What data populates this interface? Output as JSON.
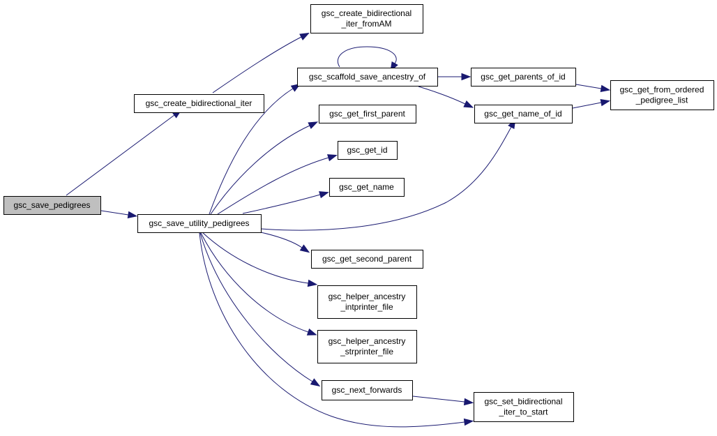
{
  "diagram": {
    "type": "call-graph",
    "edge_color": "#191970",
    "root_fill": "#bfbfbf",
    "node_fill": "#ffffff",
    "nodes": [
      {
        "id": "save_pedigrees",
        "lines": [
          "gsc_save_pedigrees"
        ],
        "root": true
      },
      {
        "id": "create_bidir_iter",
        "lines": [
          "gsc_create_bidirectional_iter"
        ]
      },
      {
        "id": "create_bidir_iter_fromAM",
        "lines": [
          "gsc_create_bidirectional",
          "_iter_fromAM"
        ]
      },
      {
        "id": "save_utility_pedigrees",
        "lines": [
          "gsc_save_utility_pedigrees"
        ]
      },
      {
        "id": "scaffold_save_ancestry_of",
        "lines": [
          "gsc_scaffold_save_ancestry_of"
        ]
      },
      {
        "id": "get_first_parent",
        "lines": [
          "gsc_get_first_parent"
        ]
      },
      {
        "id": "get_id",
        "lines": [
          "gsc_get_id"
        ]
      },
      {
        "id": "get_name",
        "lines": [
          "gsc_get_name"
        ]
      },
      {
        "id": "get_second_parent",
        "lines": [
          "gsc_get_second_parent"
        ]
      },
      {
        "id": "helper_ancestry_intprinter_file",
        "lines": [
          "gsc_helper_ancestry",
          "_intprinter_file"
        ]
      },
      {
        "id": "helper_ancestry_strprinter_file",
        "lines": [
          "gsc_helper_ancestry",
          "_strprinter_file"
        ]
      },
      {
        "id": "next_forwards",
        "lines": [
          "gsc_next_forwards"
        ]
      },
      {
        "id": "get_parents_of_id",
        "lines": [
          "gsc_get_parents_of_id"
        ]
      },
      {
        "id": "get_name_of_id",
        "lines": [
          "gsc_get_name_of_id"
        ]
      },
      {
        "id": "set_bidir_iter_to_start",
        "lines": [
          "gsc_set_bidirectional",
          "_iter_to_start"
        ]
      },
      {
        "id": "get_from_ordered_pedigree_list",
        "lines": [
          "gsc_get_from_ordered",
          "_pedigree_list"
        ]
      }
    ],
    "edges": [
      {
        "from": "save_pedigrees",
        "to": "create_bidir_iter"
      },
      {
        "from": "save_pedigrees",
        "to": "save_utility_pedigrees"
      },
      {
        "from": "create_bidir_iter",
        "to": "create_bidir_iter_fromAM"
      },
      {
        "from": "save_utility_pedigrees",
        "to": "scaffold_save_ancestry_of"
      },
      {
        "from": "save_utility_pedigrees",
        "to": "get_first_parent"
      },
      {
        "from": "save_utility_pedigrees",
        "to": "get_id"
      },
      {
        "from": "save_utility_pedigrees",
        "to": "get_name"
      },
      {
        "from": "save_utility_pedigrees",
        "to": "get_name_of_id"
      },
      {
        "from": "save_utility_pedigrees",
        "to": "get_second_parent"
      },
      {
        "from": "save_utility_pedigrees",
        "to": "helper_ancestry_intprinter_file"
      },
      {
        "from": "save_utility_pedigrees",
        "to": "helper_ancestry_strprinter_file"
      },
      {
        "from": "save_utility_pedigrees",
        "to": "next_forwards"
      },
      {
        "from": "save_utility_pedigrees",
        "to": "set_bidir_iter_to_start"
      },
      {
        "from": "scaffold_save_ancestry_of",
        "to": "scaffold_save_ancestry_of"
      },
      {
        "from": "scaffold_save_ancestry_of",
        "to": "get_parents_of_id"
      },
      {
        "from": "scaffold_save_ancestry_of",
        "to": "get_name_of_id"
      },
      {
        "from": "get_parents_of_id",
        "to": "get_from_ordered_pedigree_list"
      },
      {
        "from": "get_name_of_id",
        "to": "get_from_ordered_pedigree_list"
      },
      {
        "from": "next_forwards",
        "to": "set_bidir_iter_to_start"
      }
    ]
  }
}
